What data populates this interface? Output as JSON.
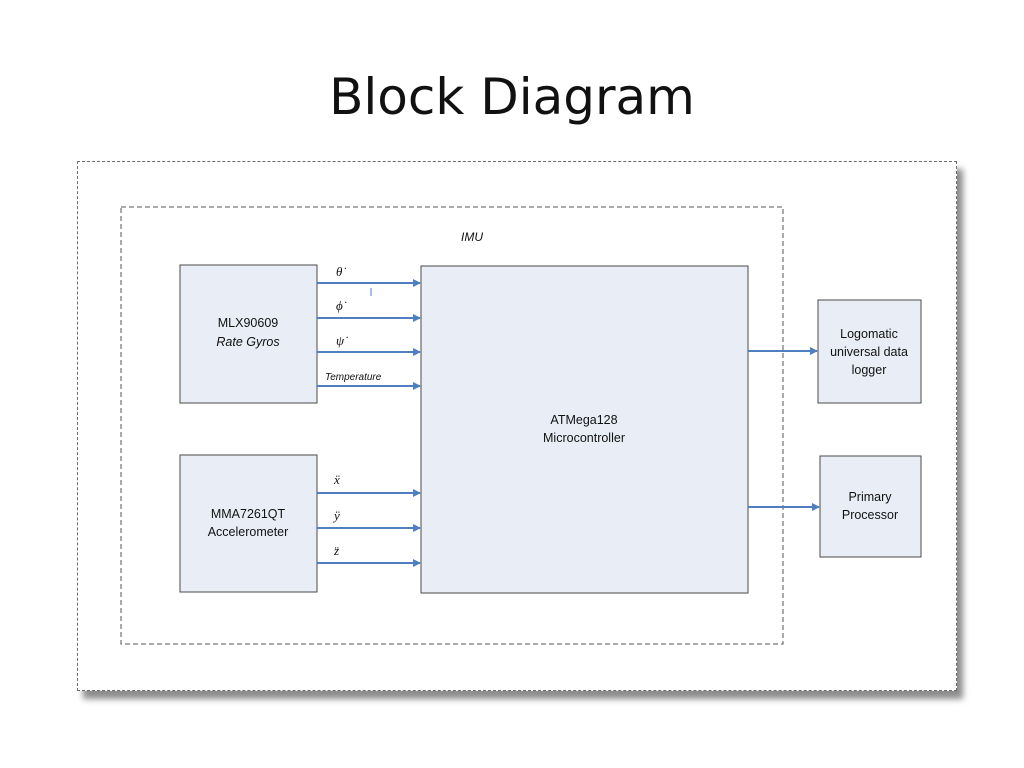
{
  "slide": {
    "title": "Block Diagram"
  },
  "diagram": {
    "imu_label": "IMU",
    "blocks": {
      "gyros": {
        "line1": "MLX90609",
        "line2": "Rate Gyros"
      },
      "accel": {
        "line1": "MMA7261QT",
        "line2": "Accelerometer"
      },
      "mcu": {
        "line1": "ATMega128",
        "line2": "Microcontroller"
      },
      "logger": {
        "line1": "Logomatic",
        "line2": "universal data",
        "line3": "logger"
      },
      "primary": {
        "line1": "Primary",
        "line2": "Processor"
      }
    },
    "gyro_signals": {
      "theta_dot": "θ̇",
      "phi_dot": "ϕ̇",
      "psi_dot": "ψ̇",
      "temperature": "Temperature"
    },
    "accel_signals": {
      "x_ddot": "ẍ",
      "y_ddot": "ÿ",
      "z_ddot": "z̈"
    },
    "colors": {
      "block_fill": "#e9eef6",
      "arrow": "#4f7fc0"
    }
  }
}
